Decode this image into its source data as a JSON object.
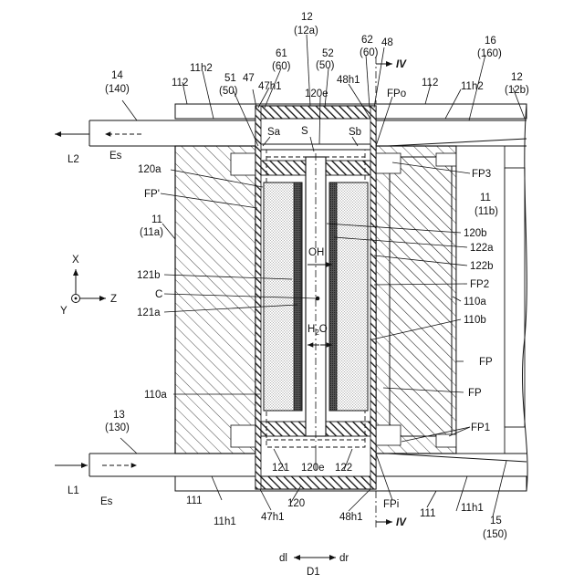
{
  "labels": {
    "l12top": "12",
    "l12a": "(12a)",
    "l52": "52",
    "l52b": "(50)",
    "l62": "62",
    "l62b": "(60)",
    "l48": "48",
    "l61": "61",
    "l61b": "(60)",
    "l51": "51",
    "l51b": "(50)",
    "l47": "47",
    "l47h1": "47h1",
    "l120e_top": "120e",
    "l48h1_top": "48h1",
    "l11h2_l": "11h2",
    "l112_l": "112",
    "l14": "14",
    "l140": "(140)",
    "l16": "16",
    "l160": "(160)",
    "l12r": "12",
    "l12b": "(12b)",
    "l11h2_r": "11h2",
    "l112_r": "112",
    "lFPo": "FPo",
    "lIV_top": "IV",
    "lSa": "Sa",
    "lS": "S",
    "lSb": "Sb",
    "lL2": "L2",
    "lEs_top": "Es",
    "l120a": "120a",
    "lFPprime": "FP'",
    "l11a": "11",
    "l11a2": "(11a)",
    "lFP3": "FP3",
    "l11b": "11",
    "l11b2": "(11b)",
    "l120b": "120b",
    "l122a": "122a",
    "lOH": "OH",
    "l122b": "122b",
    "lFP2": "FP2",
    "l110a_r": "110a",
    "l110b": "110b",
    "lX": "X",
    "lY": "Y",
    "lZ": "Z",
    "l121b": "121b",
    "lC": "C",
    "l121a": "121a",
    "lH2O": "H",
    "lH2O_sub": "2",
    "lH2O_end": "O",
    "lFP_a": "FP",
    "lFP_b": "FP",
    "l110a_l": "110a",
    "l13": "13",
    "l130": "(130)",
    "lFP1": "FP1",
    "lL1": "L1",
    "lEs_bot": "Es",
    "l121": "121",
    "l120e_bot": "120e",
    "l122": "122",
    "l111_l": "111",
    "l47h1_bot": "47h1",
    "l120_bot": "120",
    "l48h1_bot": "48h1",
    "lFPi": "FPi",
    "l111_r": "111",
    "l11h1_l": "11h1",
    "l11h1_r": "11h1",
    "l15": "15",
    "l150": "(150)",
    "lIV_bot": "IV",
    "ldl": "dl",
    "ldr": "dr",
    "lD1": "D1"
  }
}
